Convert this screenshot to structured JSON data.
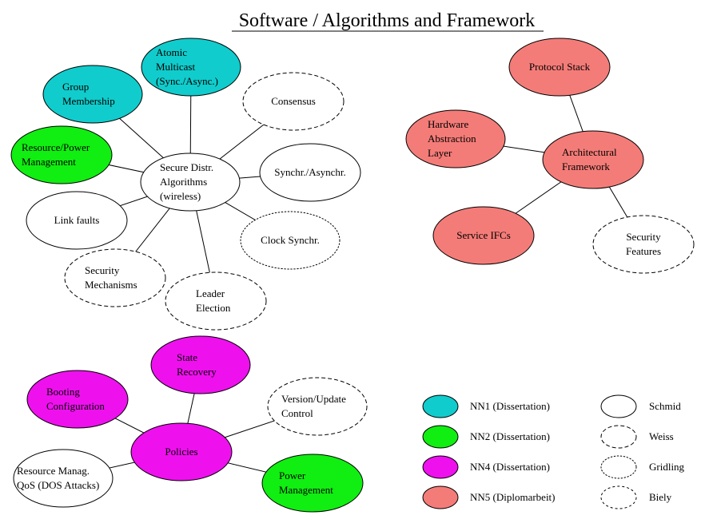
{
  "title": "Software / Algorithms and Framework",
  "colors": {
    "NN1": "#11cccc",
    "NN2": "#11ee11",
    "NN4": "#ee11ee",
    "NN5": "#f47c78",
    "none": "#ffffff"
  },
  "line_styles": {
    "Schmid": "solid",
    "Weiss": "dashed",
    "Gridling": "dotted",
    "Biely": "fine-dashed"
  },
  "nodes": [
    {
      "id": "secure-distr",
      "lines": [
        "Secure Distr.",
        "Algorithms",
        "(wireless)"
      ],
      "fill": "none",
      "border": "Schmid"
    },
    {
      "id": "atomic-multicast",
      "lines": [
        "Atomic",
        "Multicast",
        "(Sync./Async.)"
      ],
      "fill": "NN1",
      "border": "Schmid"
    },
    {
      "id": "group-membership",
      "lines": [
        "Group",
        "Membership"
      ],
      "fill": "NN1",
      "border": "Schmid"
    },
    {
      "id": "consensus",
      "lines": [
        "Consensus"
      ],
      "fill": "none",
      "border": "Weiss"
    },
    {
      "id": "resource-power",
      "lines": [
        "Resource/Power",
        "Management"
      ],
      "fill": "NN2",
      "border": "Schmid"
    },
    {
      "id": "synchr-asynchr",
      "lines": [
        "Synchr./Asynchr."
      ],
      "fill": "none",
      "border": "Schmid"
    },
    {
      "id": "link-faults",
      "lines": [
        "Link faults"
      ],
      "fill": "none",
      "border": "Schmid"
    },
    {
      "id": "clock-synchr",
      "lines": [
        "Clock Synchr."
      ],
      "fill": "none",
      "border": "Gridling"
    },
    {
      "id": "security-mechanisms",
      "lines": [
        "Security",
        "Mechanisms"
      ],
      "fill": "none",
      "border": "Weiss"
    },
    {
      "id": "leader-election",
      "lines": [
        "Leader",
        "Election"
      ],
      "fill": "none",
      "border": "Weiss"
    },
    {
      "id": "protocol-stack",
      "lines": [
        "Protocol Stack"
      ],
      "fill": "NN5",
      "border": "Schmid"
    },
    {
      "id": "hal",
      "lines": [
        "Hardware",
        "Abstraction",
        "Layer"
      ],
      "fill": "NN5",
      "border": "Schmid"
    },
    {
      "id": "arch-framework",
      "lines": [
        "Architectural",
        "Framework"
      ],
      "fill": "NN5",
      "border": "Schmid"
    },
    {
      "id": "service-ifcs",
      "lines": [
        "Service IFCs"
      ],
      "fill": "NN5",
      "border": "Schmid"
    },
    {
      "id": "security-features",
      "lines": [
        "Security",
        "Features"
      ],
      "fill": "none",
      "border": "Weiss"
    },
    {
      "id": "state-recovery",
      "lines": [
        "State",
        "Recovery"
      ],
      "fill": "NN4",
      "border": "Schmid"
    },
    {
      "id": "booting-config",
      "lines": [
        "Booting",
        "Configuration"
      ],
      "fill": "NN4",
      "border": "Schmid"
    },
    {
      "id": "version-update",
      "lines": [
        "Version/Update",
        "Control"
      ],
      "fill": "none",
      "border": "Weiss"
    },
    {
      "id": "policies",
      "lines": [
        "Policies"
      ],
      "fill": "NN4",
      "border": "Schmid"
    },
    {
      "id": "resource-manag-qos",
      "lines": [
        "Resource Manag.",
        "QoS (DOS Attacks)"
      ],
      "fill": "none",
      "border": "Schmid"
    },
    {
      "id": "power-management",
      "lines": [
        "Power",
        "Management"
      ],
      "fill": "NN2",
      "border": "Schmid"
    }
  ],
  "edges": [
    [
      "secure-distr",
      "atomic-multicast"
    ],
    [
      "secure-distr",
      "group-membership"
    ],
    [
      "secure-distr",
      "consensus"
    ],
    [
      "secure-distr",
      "resource-power"
    ],
    [
      "secure-distr",
      "synchr-asynchr"
    ],
    [
      "secure-distr",
      "link-faults"
    ],
    [
      "secure-distr",
      "clock-synchr"
    ],
    [
      "secure-distr",
      "security-mechanisms"
    ],
    [
      "secure-distr",
      "leader-election"
    ],
    [
      "arch-framework",
      "protocol-stack"
    ],
    [
      "arch-framework",
      "hal"
    ],
    [
      "arch-framework",
      "service-ifcs"
    ],
    [
      "arch-framework",
      "security-features"
    ],
    [
      "policies",
      "state-recovery"
    ],
    [
      "policies",
      "booting-config"
    ],
    [
      "policies",
      "version-update"
    ],
    [
      "policies",
      "resource-manag-qos"
    ],
    [
      "policies",
      "power-management"
    ]
  ],
  "legend": {
    "colors": [
      {
        "id": "NN1",
        "label": "NN1 (Dissertation)"
      },
      {
        "id": "NN2",
        "label": "NN2 (Dissertation)"
      },
      {
        "id": "NN4",
        "label": "NN4 (Dissertation)"
      },
      {
        "id": "NN5",
        "label": "NN5 (Diplomarbeit)"
      }
    ],
    "styles": [
      {
        "id": "Schmid",
        "label": "Schmid"
      },
      {
        "id": "Weiss",
        "label": "Weiss"
      },
      {
        "id": "Gridling",
        "label": "Gridling"
      },
      {
        "id": "Biely",
        "label": "Biely"
      }
    ]
  }
}
